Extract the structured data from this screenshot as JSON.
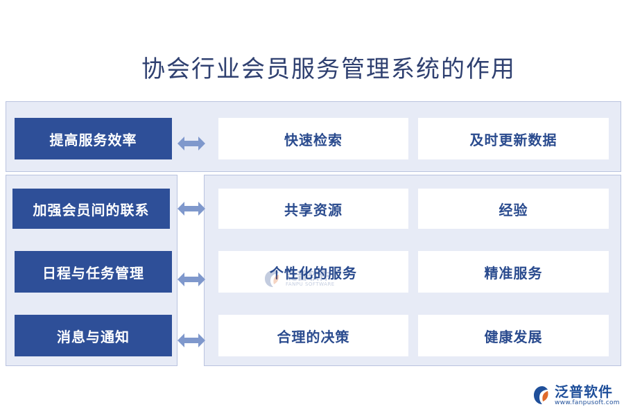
{
  "title": "协会行业会员服务管理系统的作用",
  "rows": [
    {
      "label": "提高服务效率",
      "items": [
        "快速检索",
        "及时更新数据"
      ]
    },
    {
      "label": "加强会员间的联系",
      "items": [
        "共享资源",
        "经验"
      ]
    },
    {
      "label": "日程与任务管理",
      "items": [
        "个性化的服务",
        "精准服务"
      ]
    },
    {
      "label": "消息与通知",
      "items": [
        "合理的决策",
        "健康发展"
      ]
    }
  ],
  "watermark": {
    "name": "泛普软件",
    "sub": "FANPU SOFTWARE"
  },
  "brand": {
    "name": "泛普软件",
    "url": "www.fanpusoft.com"
  },
  "colors": {
    "primary_box": "#2e4f98",
    "panel_bg": "#e7ebf6",
    "arrow": "#7f98cc",
    "item_text": "#2a4b8e"
  }
}
